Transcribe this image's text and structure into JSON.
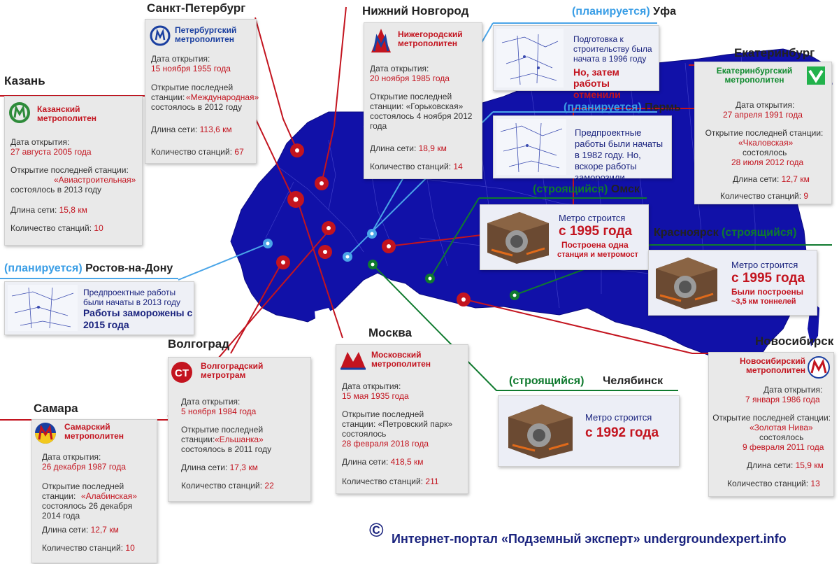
{
  "cities": {
    "spb": {
      "name": "Санкт-Петербург",
      "logo": "Петербургский метрополитен",
      "opened_label": "Дата открытия:",
      "opened": "15 ноября 1955 года",
      "last_label": "Открытие последней станции:",
      "last_name": "«Международная»",
      "last_rest": "состоялось в 2012 году",
      "length_label": "Длина сети:",
      "length": "113,6 км",
      "stations_label": "Количество станций:",
      "stations": "67"
    },
    "nn": {
      "name": "Нижний Новгород",
      "logo": "Нижегородский метрополитен",
      "opened_label": "Дата открытия:",
      "opened": "20 ноября 1985 года",
      "last_label": "Открытие последней станции: «Горьковская» состоялось 4 ноября 2012 года",
      "length_label": "Длина сети:",
      "length": "18,9 км",
      "stations_label": "Количество станций:",
      "stations": "14"
    },
    "kazan": {
      "name": "Казань",
      "logo": "Казанский метрополитен",
      "opened_label": "Дата открытия:",
      "opened": "27 августа 2005 года",
      "last_label": "Открытие последней станции:",
      "last_name": "«Авиастроительная»",
      "last_rest": "состоялось в 2013 году",
      "length_label": "Длина сети:",
      "length": "15,8 км",
      "stations_label": "Количество станций:",
      "stations": "10"
    },
    "ufa": {
      "status": "(планируется)",
      "name": "Уфа",
      "text1": "Подготовка к строительству была начата в 1996 году",
      "text2": "Но, затем работы отменили"
    },
    "perm": {
      "status": "(планируется)",
      "name": "Пермь",
      "text": "Предпроектные работы были начаты в 1982 году. Но, вскоре работы заморозили"
    },
    "ekb": {
      "name": "Екатеринбург",
      "logo": "Екатеринбургский метрополитен",
      "opened_label": "Дата открытия:",
      "opened": "27 апреля 1991 года",
      "last_label": "Открытие последней станции:",
      "last_name": "«Чкаловская»",
      "last_rest": "состоялось",
      "last_date": "28 июля 2012 года",
      "length_label": "Длина сети:",
      "length": "12,7 км",
      "stations_label": "Количество станций:",
      "stations": "9"
    },
    "omsk": {
      "status": "(строящийся)",
      "name": "Омск",
      "line1": "Метро строится",
      "line2": "с 1995 года",
      "line3": "Построена одна",
      "line4": "станция и метромост"
    },
    "krasnoyarsk": {
      "name": "Красноярск",
      "status": "(строящийся)",
      "line1": "Метро строится",
      "line2": "с 1995 года",
      "line3": "Были построены",
      "line4": "~3,5 км тоннелей"
    },
    "rostov": {
      "status": "(планируется)",
      "name": "Ростов-на-Дону",
      "text1": "Предпроектные работы были начаты в 2013 году",
      "text2": "Работы заморожены с 2015 года"
    },
    "volgograd": {
      "name": "Волгоград",
      "logo": "Волгоградский метротрам",
      "opened_label": "Дата открытия:",
      "opened": "5 ноября 1984 года",
      "last_label": "Открытие последней станции:",
      "last_name": "«Ельшанка»",
      "last_rest": "состоялось в 2011 году",
      "length_label": "Длина сети:",
      "length": "17,3 км",
      "stations_label": "Количество станций:",
      "stations": "22"
    },
    "moscow": {
      "name": "Москва",
      "logo": "Московский метрополитен",
      "opened_label": "Дата открытия:",
      "opened": "15 мая 1935 года",
      "last_label": "Открытие последней станции: «Петровский парк» состоялось",
      "last_date": "28 февраля 2018 года",
      "length_label": "Длина сети:",
      "length": "418,5 км",
      "stations_label": "Количество станций:",
      "stations": "211"
    },
    "chelyabinsk": {
      "status": "(строящийся)",
      "name": "Челябинск",
      "line1": "Метро строится",
      "line2": "с 1992 года"
    },
    "novosibirsk": {
      "name": "Новосибирск",
      "logo": "Новосибирский метрополитен",
      "opened_label": "Дата открытия:",
      "opened": "7 января 1986 года",
      "last_label": "Открытие последней станции:",
      "last_name": "«Золотая Нива»",
      "last_rest": "состоялось",
      "last_date": "9 февраля 2011 года",
      "length_label": "Длина сети:",
      "length": "15,9 км",
      "stations_label": "Количество станций:",
      "stations": "13"
    },
    "samara": {
      "name": "Самара",
      "logo": "Самарский метрополитен",
      "opened_label": "Дата открытия:",
      "opened": "26 декабря 1987 года",
      "last_label": "Открытие последней станции:",
      "last_name": "«Алабинская»",
      "last_rest": "состоялось 26 декабря 2014 года",
      "length_label": "Длина сети:",
      "length": "12,7 км",
      "stations_label": "Количество станций:",
      "stations": "10"
    }
  },
  "footer": {
    "copyright": "©",
    "text": "Интернет-портал «Подземный эксперт» undergroundexpert.info"
  },
  "colors": {
    "map": "#1111a8",
    "existing": "#c3141f",
    "planned": "#3a9ee6",
    "building": "#0f7a2e"
  }
}
